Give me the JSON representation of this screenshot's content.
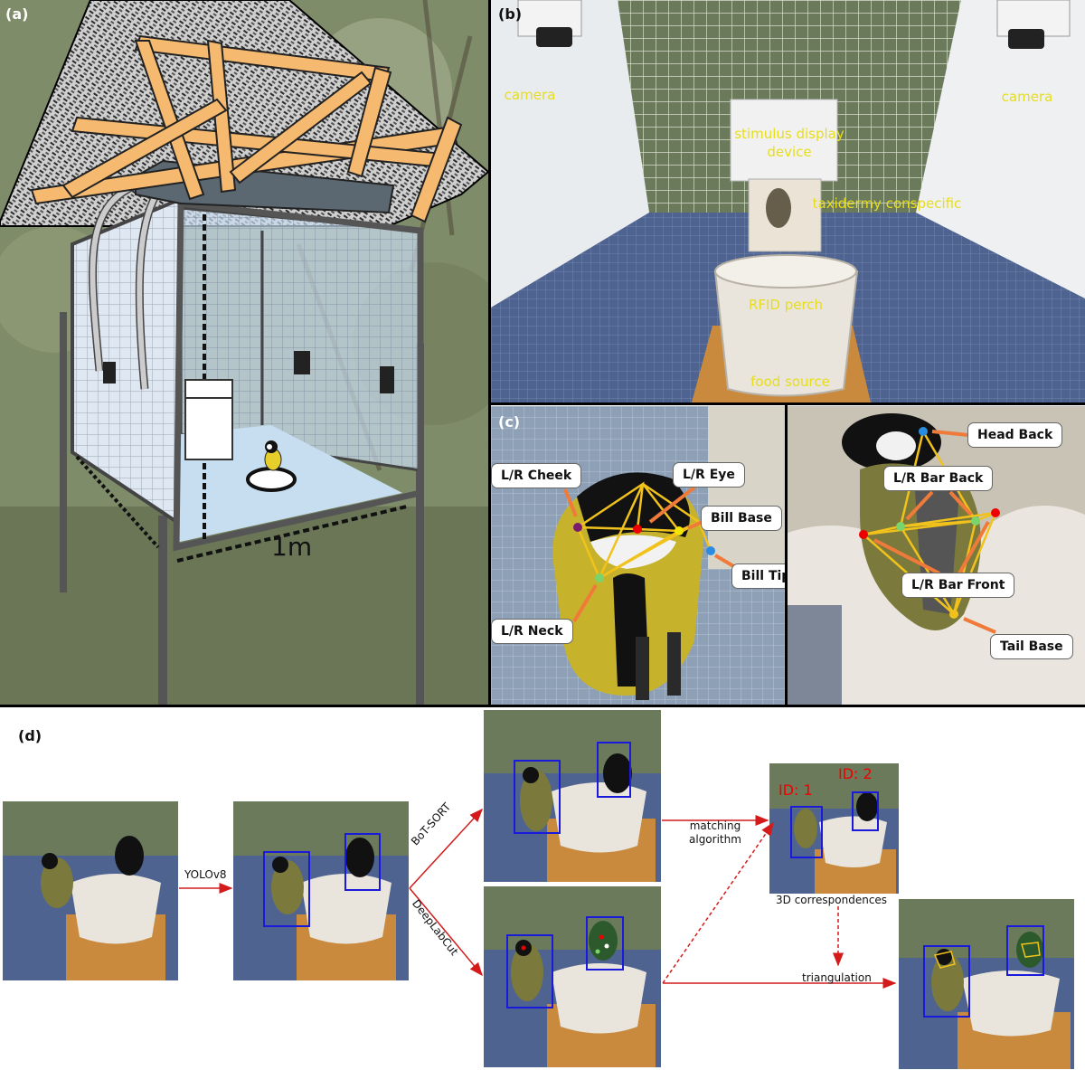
{
  "panels": {
    "a": {
      "label": "(a)",
      "scale_label": "1m"
    },
    "b": {
      "label": "(b)",
      "camera_left": "camera",
      "camera_right": "camera",
      "stimulus_line1": "stimulus display",
      "stimulus_line2": "device",
      "taxidermy": "taxidermy conspecific",
      "rfid": "RFID perch",
      "food": "food source"
    },
    "c": {
      "label": "(c)",
      "keypoints_left": [
        "L/R Cheek",
        "L/R Eye",
        "Bill Base",
        "Bill Tip",
        "L/R Neck"
      ],
      "keypoints_right": [
        "Head Back",
        "L/R Bar Back",
        "L/R Bar Front",
        "Tail Base"
      ]
    },
    "d": {
      "label": "(d)",
      "step_yolo": "YOLOv8",
      "step_botsort": "BoT-SORT",
      "step_dlc": "DeepLabCut",
      "step_matching_line1": "matching",
      "step_matching_line2": "algorithm",
      "step_3d": "3D correspondences",
      "step_triangulation": "triangulation",
      "id1": "ID: 1",
      "id2": "ID: 2"
    }
  },
  "colors": {
    "wood": "#f5b970",
    "highlight_text": "#e8dd1a",
    "arrow_red": "#d41a1a",
    "bbox_blue": "#1a1adc",
    "callout_orange": "#f07a3a",
    "skeleton_yellow": "#f1c21b"
  }
}
